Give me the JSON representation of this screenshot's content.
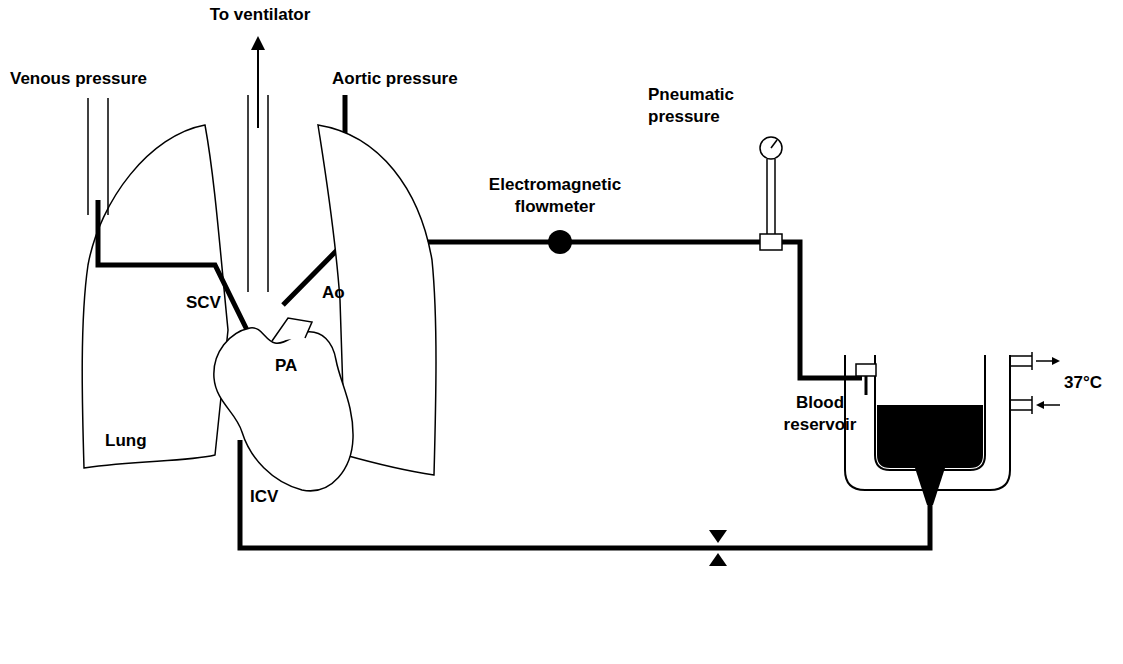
{
  "diagram": {
    "nodes": [
      {
        "text": [
          "Lung"
        ]
      },
      {
        "text": [
          "PA"
        ]
      }
    ],
    "labels": [
      "To ventilator",
      "Venous pressure",
      "Aortic pressure",
      "Pneumatic pressure",
      "Electromagnetic flowmeter",
      "SCV",
      "Ao",
      "ICV",
      "Blood reservoir",
      "37°C"
    ]
  }
}
